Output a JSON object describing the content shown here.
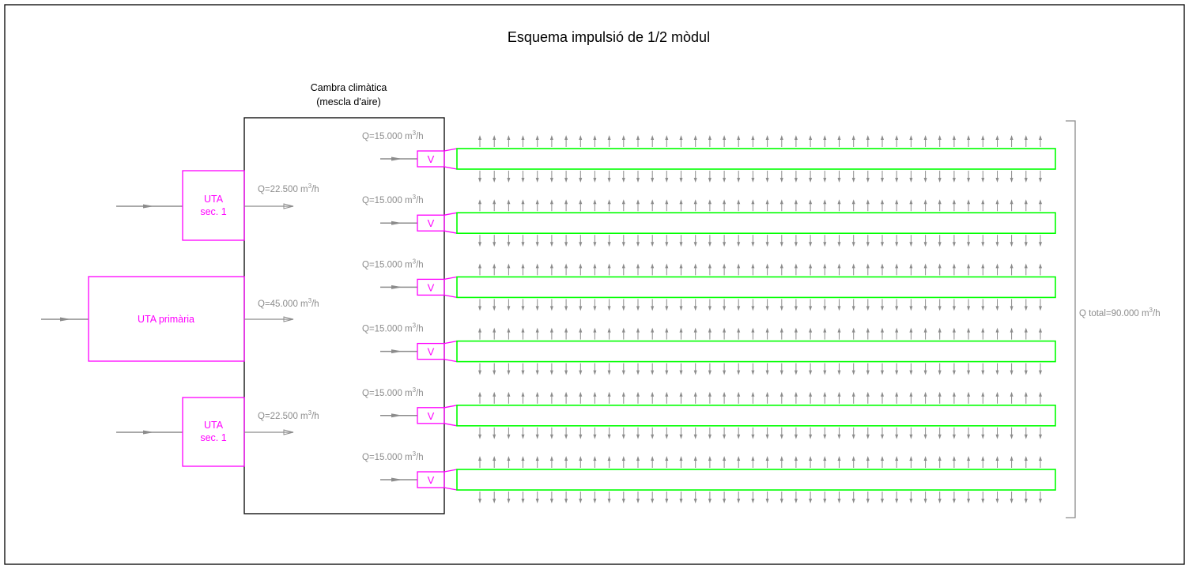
{
  "title": "Esquema impulsió de 1/2 mòdul",
  "chamber": {
    "line1": "Cambra climàtica",
    "line2": "(mescla d'aire)"
  },
  "uta_units": [
    {
      "line1": "UTA",
      "line2": "sec. 1",
      "flow": "Q=22.500 m",
      "flow_exp": "3",
      "flow_unit": "/h"
    },
    {
      "line1": "UTA primària",
      "line2": "",
      "flow": "Q=45.000 m",
      "flow_exp": "3",
      "flow_unit": "/h"
    },
    {
      "line1": "UTA",
      "line2": "sec. 1",
      "flow": "Q=22.500 m",
      "flow_exp": "3",
      "flow_unit": "/h"
    }
  ],
  "ducts": [
    {
      "fan_label": "V",
      "flow": "Q=15.000 m",
      "flow_exp": "3",
      "flow_unit": "/h"
    },
    {
      "fan_label": "V",
      "flow": "Q=15.000 m",
      "flow_exp": "3",
      "flow_unit": "/h"
    },
    {
      "fan_label": "V",
      "flow": "Q=15.000 m",
      "flow_exp": "3",
      "flow_unit": "/h"
    },
    {
      "fan_label": "V",
      "flow": "Q=15.000 m",
      "flow_exp": "3",
      "flow_unit": "/h"
    },
    {
      "fan_label": "V",
      "flow": "Q=15.000 m",
      "flow_exp": "3",
      "flow_unit": "/h"
    },
    {
      "fan_label": "V",
      "flow": "Q=15.000 m",
      "flow_exp": "3",
      "flow_unit": "/h"
    }
  ],
  "total": {
    "label": "Q total=90.000 m",
    "exp": "3",
    "unit": "/h"
  },
  "diffusers_per_side": 40,
  "colors": {
    "frame": "#000000",
    "uta": "#ff00ff",
    "duct": "#00ff00",
    "flow": "#8c8c8c"
  }
}
